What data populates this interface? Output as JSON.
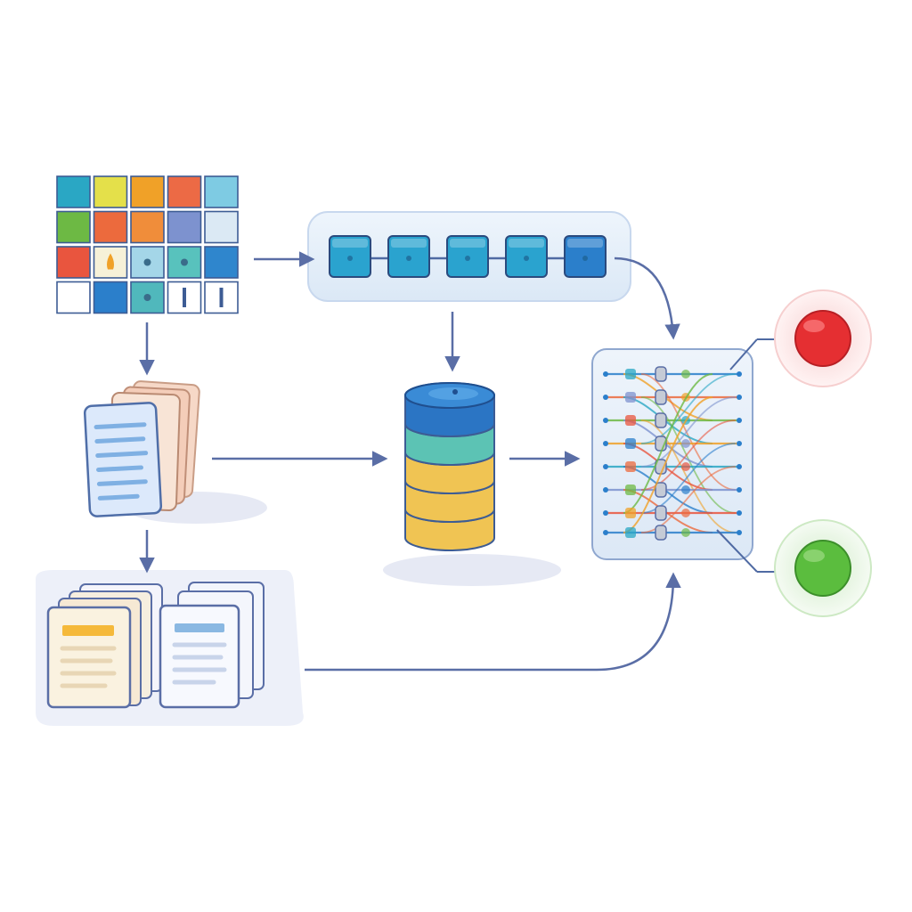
{
  "diagram": {
    "grid": {
      "rows": [
        [
          "#2aa7c4",
          "#e4e04a",
          "#f0a128",
          "#ec6a45",
          "#7ecbe3"
        ],
        [
          "#6db944",
          "#ec6a3d",
          "#f08d3a",
          "#7d92cf",
          "#dbe9f4"
        ],
        [
          "#e9553e",
          "#f6f1d8",
          "#a4d6e8",
          "#58c2bd",
          "#2f86cd"
        ],
        [
          "#ffffff",
          "#2b7fcb",
          "#50b8bc",
          "#ffffff",
          "#ffffff"
        ]
      ],
      "cell_marks": [
        {
          "row": 2,
          "col": 1,
          "mark": "flame-glyph"
        },
        {
          "row": 2,
          "col": 2,
          "mark": "dot"
        },
        {
          "row": 2,
          "col": 3,
          "mark": "dot"
        },
        {
          "row": 3,
          "col": 2,
          "mark": "dot"
        },
        {
          "row": 3,
          "col": 3,
          "mark": "bar"
        },
        {
          "row": 3,
          "col": 4,
          "mark": "bar"
        }
      ]
    },
    "pipeline_colors": [
      "#2aa3cf",
      "#2aa3cf",
      "#2aa3cf",
      "#2aa3cf",
      "#2b7fcb"
    ],
    "database_layers": [
      "#2b75c4",
      "#5cc3b4",
      "#f0c453",
      "#f0c453",
      "#f0c453"
    ],
    "outputs": [
      {
        "name": "red-status",
        "color": "#e52f32"
      },
      {
        "name": "green-status",
        "color": "#5bbd3e"
      }
    ],
    "arrow_color": "#5a6ea6"
  }
}
